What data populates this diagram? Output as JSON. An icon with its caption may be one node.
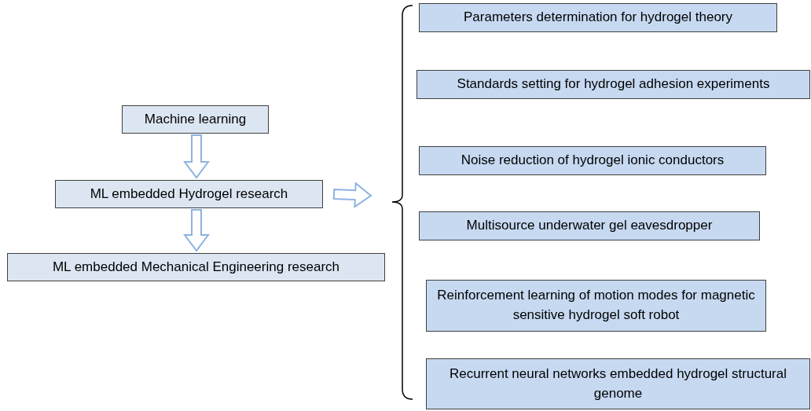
{
  "diagram": {
    "nodes": [
      {
        "text": [
          "Machine learning"
        ]
      },
      {
        "text": [
          "ML embedded Hydrogel research"
        ]
      },
      {
        "text": [
          "ML embedded Mechanical Engineering research"
        ]
      },
      {
        "text": [
          "Parameters determination for hydrogel theory"
        ]
      },
      {
        "text": [
          "Standards setting for hydrogel adhesion experiments"
        ]
      },
      {
        "text": [
          "Noise reduction of hydrogel ionic conductors"
        ]
      },
      {
        "text": [
          "Multisource underwater gel eavesdropper"
        ]
      },
      {
        "text": [
          "Reinforcement learning of motion modes for magnetic sensitive hydrogel soft robot"
        ]
      },
      {
        "text": [
          "Recurrent neural networks embedded hydrogel structural genome"
        ]
      }
    ],
    "edges": [
      {
        "from": 0,
        "to": 1,
        "arrow": "to"
      },
      {
        "from": 1,
        "to": 2,
        "arrow": "to"
      },
      {
        "from": 1,
        "to": null,
        "arrow": "to"
      }
    ]
  }
}
